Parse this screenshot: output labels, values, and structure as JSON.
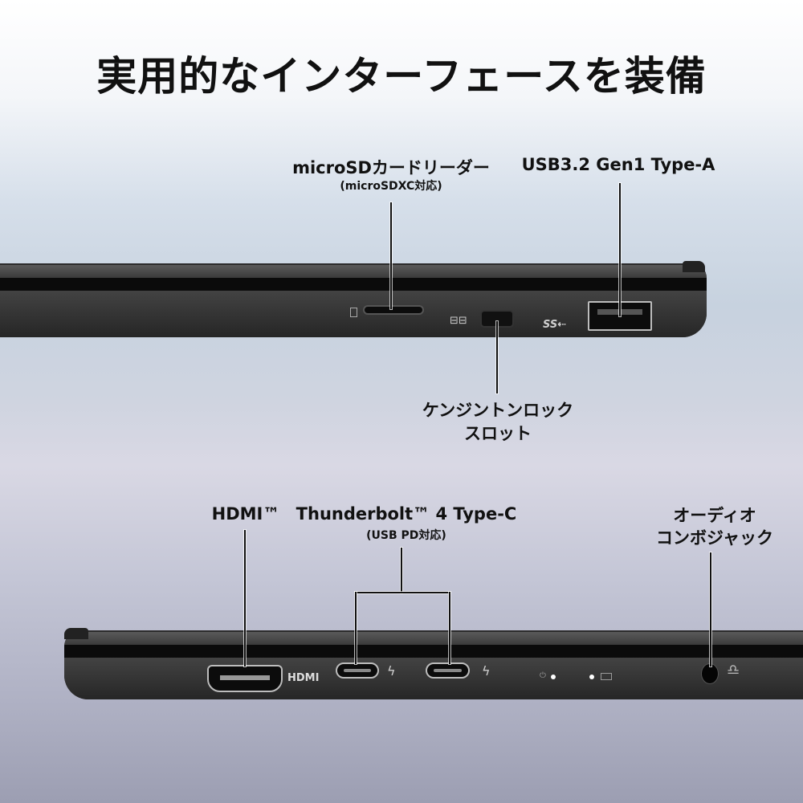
{
  "title": "実用的なインターフェースを装備",
  "top_side": {
    "microsd": {
      "label": "microSDカードリーダー",
      "sub": "(microSDXC対応)"
    },
    "usb_a": {
      "label": "USB3.2 Gen1 Type-A",
      "icon_text": "SS"
    },
    "kensington": {
      "label_line1": "ケンジントンロック",
      "label_line2": "スロット"
    }
  },
  "bottom_side": {
    "hdmi": {
      "label": "HDMI™",
      "logo_text": "HDMI"
    },
    "thunderbolt": {
      "label": "Thunderbolt™ 4 Type-C",
      "sub": "(USB PD対応)"
    },
    "audio": {
      "label_line1": "オーディオ",
      "label_line2": "コンボジャック"
    }
  }
}
